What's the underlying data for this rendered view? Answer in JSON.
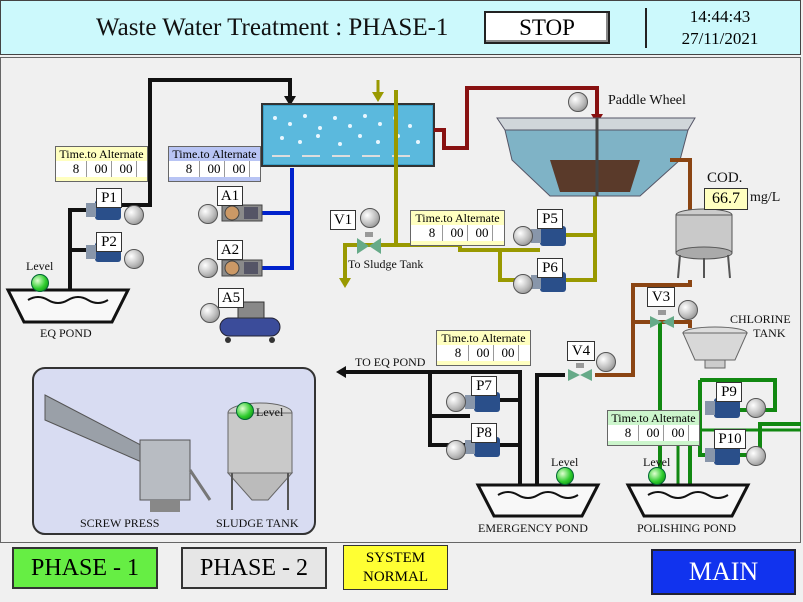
{
  "header": {
    "title": "Waste Water Treatment : PHASE-1",
    "stop_label": "STOP",
    "time": "14:44:43",
    "date": "27/11/2021"
  },
  "labels": {
    "paddle_wheel": "Paddle Wheel",
    "cod": "COD.",
    "cod_value": "66.7",
    "cod_unit": "mg/L",
    "chlorine_tank": "CHLORINE\nTANK",
    "chlorine_line1": "CHLORINE",
    "chlorine_line2": "TANK",
    "to_sludge_tank": "To Sludge Tank",
    "to_eq_pond": "TO EQ POND",
    "eq_pond": "EQ POND",
    "emergency_pond": "EMERGENCY POND",
    "polishing_pond": "POLISHING POND",
    "screw_press": "SCREW PRESS",
    "sludge_tank": "SLUDGE TANK",
    "level": "Level"
  },
  "pumps": {
    "P1": "P1",
    "P2": "P2",
    "P5": "P5",
    "P6": "P6",
    "P7": "P7",
    "P8": "P8",
    "P9": "P9",
    "P10": "P10",
    "A1": "A1",
    "A2": "A2",
    "A5": "A5",
    "V1": "V1",
    "V3": "V3",
    "V4": "V4"
  },
  "timers": {
    "t1": {
      "title": "Time.to Alternate",
      "h": "8",
      "m": "00",
      "s": "00"
    },
    "t2": {
      "title": "Time.to Alternate",
      "h": "8",
      "m": "00",
      "s": "00"
    },
    "t3": {
      "title": "Time.to Alternate",
      "h": "8",
      "m": "00",
      "s": "00"
    },
    "t4": {
      "title": "Time.to Alternate",
      "h": "8",
      "m": "00",
      "s": "00"
    },
    "t5": {
      "title": "Time.to Alternate",
      "h": "8",
      "m": "00",
      "s": "00"
    }
  },
  "footer": {
    "phase1": "PHASE - 1",
    "phase2": "PHASE - 2",
    "system_line1": "SYSTEM",
    "system_line2": "NORMAL",
    "main": "MAIN"
  },
  "colors": {
    "header_bg": "#ccf9fc",
    "phase1_active": "#66ee44",
    "system_normal": "#ffff33",
    "main_button": "#1133ee",
    "olive_pipe": "#999900",
    "brown_pipe": "#8b4513",
    "green_pipe": "#118811",
    "blue_pipe": "#0022cc",
    "red_pipe": "#881111"
  }
}
